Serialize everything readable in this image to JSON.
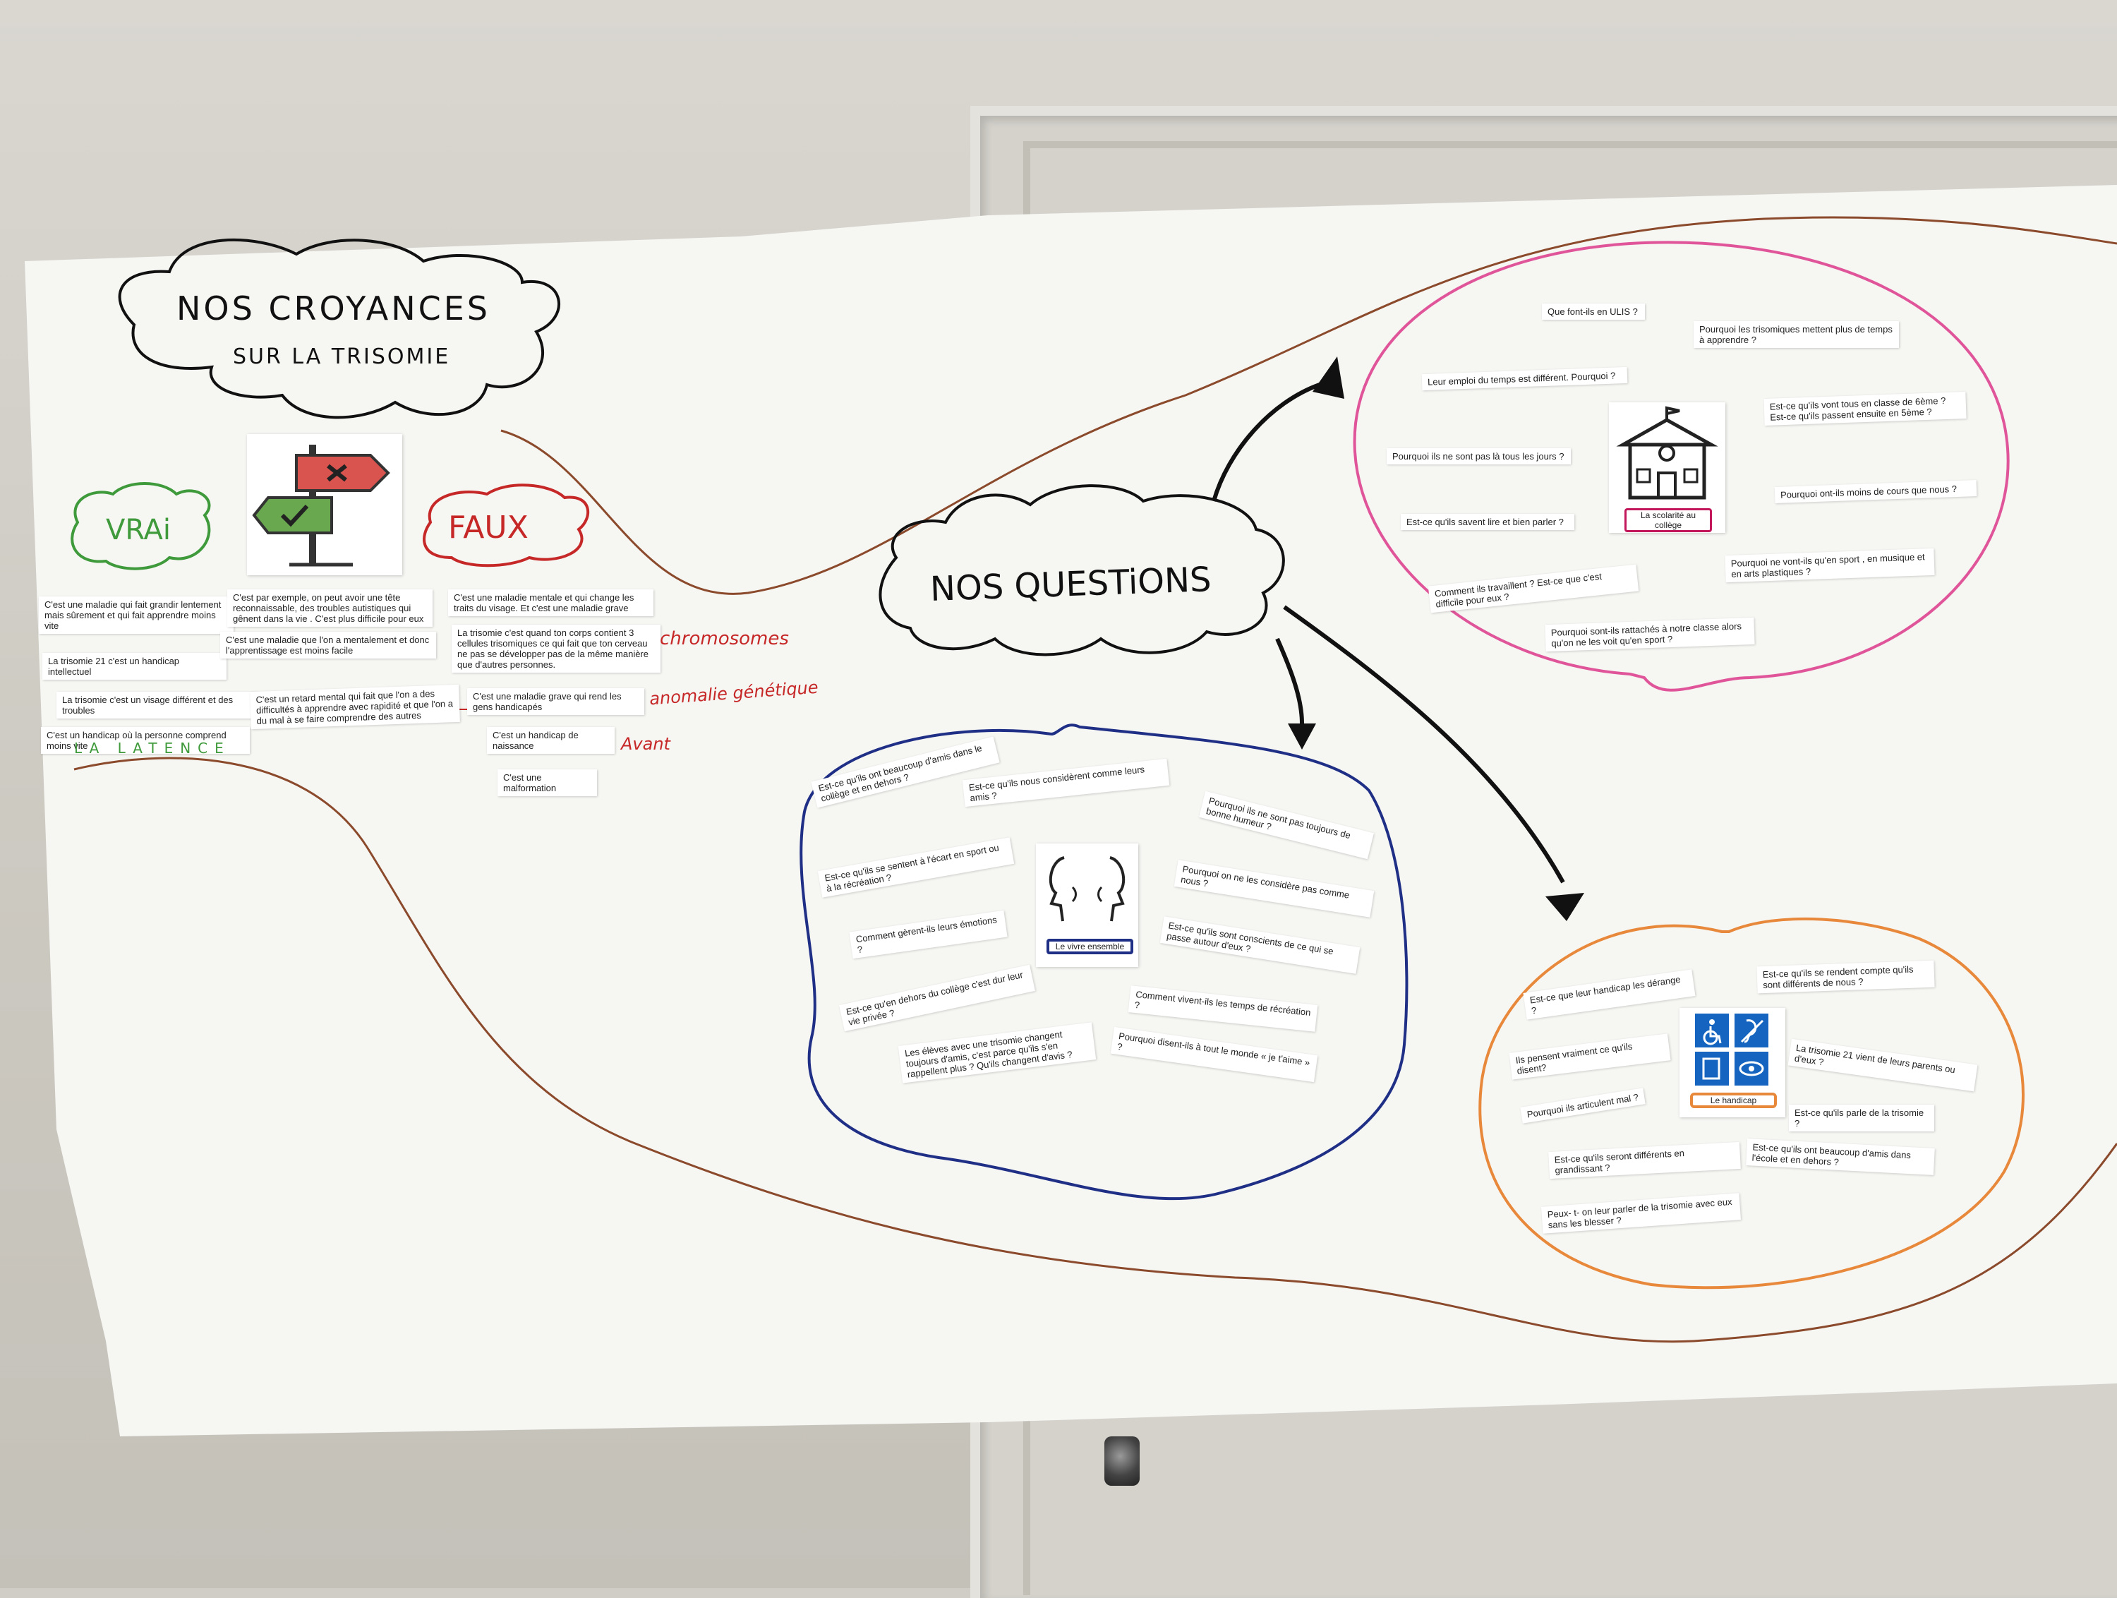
{
  "title": {
    "line1": "NOS CROYANCES",
    "line2": "SUR LA TRISOMIE"
  },
  "vrai": {
    "label": "VRAi",
    "notes": [
      "C'est une maladie qui fait grandir lentement mais sûrement et qui fait apprendre moins vite",
      "La trisomie 21 c'est un handicap intellectuel",
      "La trisomie c'est un visage différent et des troubles",
      "C'est un handicap où la personne comprend moins vite",
      "C'est par exemple, on peut avoir une tête reconnaissable, des troubles autistiques qui gênent dans la vie . C'est plus difficile pour eux",
      "C'est une maladie que l'on a mentalement et donc l'apprentissage est moins facile",
      "C'est un retard mental qui fait que l'on a des difficultés à apprendre avec rapidité et que l'on a du mal à se faire comprendre des autres"
    ],
    "handwritten": "LA LATENCE"
  },
  "faux": {
    "label": "FAUX",
    "notes": [
      "C'est une maladie mentale et qui change les traits du visage. Et c'est une maladie grave",
      "La trisomie c'est quand ton corps contient 3 cellules trisomiques ce qui fait que ton cerveau ne pas se développer pas de la même manière que d'autres personnes.",
      "C'est une maladie grave qui rend les gens handicapés",
      "C'est un handicap de naissance",
      "C'est une malformation"
    ],
    "corrections": [
      "chromosomes",
      "anomalie génétique",
      "Avant"
    ]
  },
  "center": {
    "label": "NOS QUESTiONS"
  },
  "scolarite": {
    "label": "La scolarité au collège",
    "questions": [
      "Que font-ils en ULIS ?",
      "Pourquoi les trisomiques mettent plus de temps à apprendre ?",
      "Leur emploi du temps est différent. Pourquoi ?",
      "Est-ce qu'ils vont tous en classe de 6ème ? Est-ce qu'ils passent ensuite en 5ème ?",
      "Pourquoi ils ne sont pas là tous les jours ?",
      "Pourquoi ont-ils moins de cours que nous ?",
      "Est-ce qu'ils savent lire et bien parler ?",
      "Pourquoi ne vont-ils qu'en sport , en musique et en arts plastiques ?",
      "Comment ils travaillent ? Est-ce que c'est difficile pour eux ?",
      "Pourquoi sont-ils rattachés à notre classe alors qu'on ne les voit qu'en sport ?"
    ]
  },
  "vivre": {
    "label": "Le vivre ensemble",
    "questions": [
      "Est-ce qu'ils ont beaucoup d'amis dans le collège et en dehors ?",
      "Est-ce qu'ils nous considèrent comme leurs amis ?",
      "Pourquoi ils ne sont pas toujours de bonne humeur ?",
      "Est-ce qu'ils se sentent à l'écart en sport ou à la récréation ?",
      "Pourquoi on ne les considère pas comme nous ?",
      "Comment gèrent-ils leurs émotions ?",
      "Est-ce qu'ils sont conscients de ce qui se passe autour d'eux ?",
      "Est-ce qu'en dehors du collège c'est dur leur vie privée ?",
      "Comment vivent-ils les temps de récréation ?",
      "Les élèves avec une trisomie changent toujours d'amis, c'est parce qu'ils s'en rappellent plus ? Qu'ils changent d'avis ?",
      "Pourquoi disent-ils à tout le monde « je t'aime » ?"
    ]
  },
  "handicap": {
    "label": "Le handicap",
    "questions": [
      "Est-ce que leur handicap les dérange ?",
      "Est-ce qu'ils se rendent compte qu'ils sont différents de nous ?",
      "Ils pensent vraiment ce qu'ils disent?",
      "La trisomie 21 vient de leurs parents ou d'eux ?",
      "Pourquoi ils articulent mal ?",
      "Est-ce qu'ils parle de la trisomie ?",
      "Est-ce qu'ils seront différents en grandissant ?",
      "Est-ce qu'ils ont beaucoup d'amis dans l'école et en dehors ?",
      "Peux- t- on leur parler de la trisomie avec eux sans les blesser ?"
    ]
  },
  "colors": {
    "vrai": "#3e9a3a",
    "faux": "#c62828",
    "scolarite": "#e0559a",
    "vivre": "#1f2f86",
    "handicap": "#e8883a",
    "brown": "#8b4a2b"
  }
}
